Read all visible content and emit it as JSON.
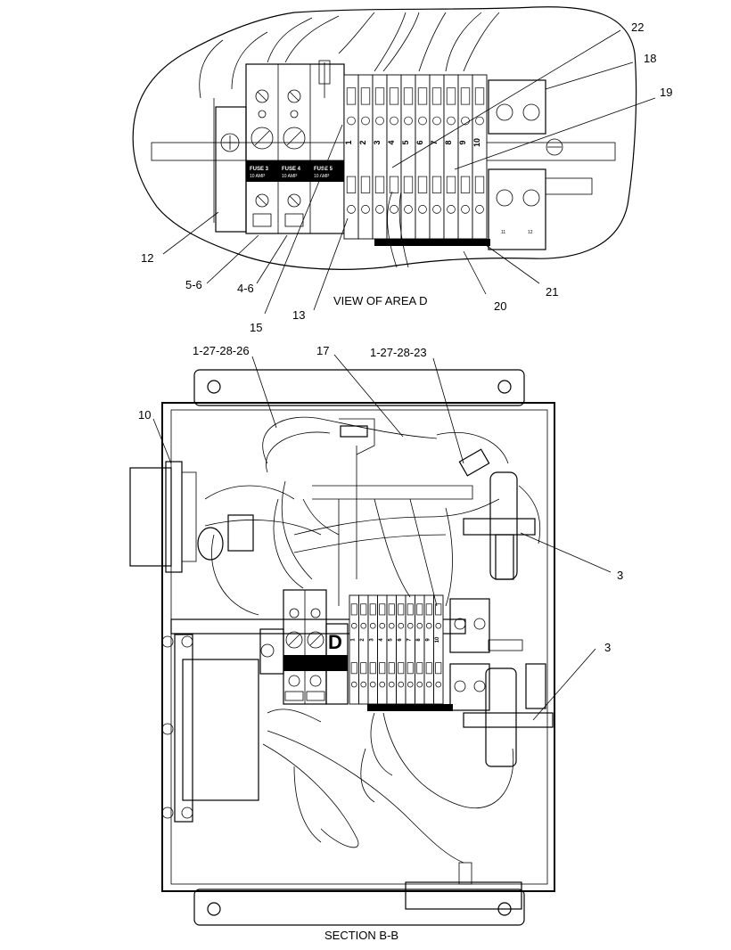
{
  "views": {
    "detail_caption": "VIEW OF AREA  D",
    "section_caption": "SECTION  B-B",
    "section_marker": "D"
  },
  "callouts": {
    "c22": "22",
    "c18": "18",
    "c19": "19",
    "c12": "12",
    "c5_6": "5-6",
    "c4_6": "4-6",
    "c15": "15",
    "c13": "13",
    "c20": "20",
    "c21": "21",
    "c1_27_28_26": "1-27-28-26",
    "c17": "17",
    "c1_27_28_23": "1-27-28-23",
    "c10": "10",
    "c3a": "3",
    "c3b": "3"
  },
  "fuse_labels": {
    "fuse3_name": "FUSE 3",
    "fuse3_rating": "10 AMP",
    "fuse4_name": "FUSE 4",
    "fuse4_rating": "10 AMP",
    "fuse5_name": "FUSE 5",
    "fuse5_rating": "10 AMP"
  },
  "terminal_numbers": [
    "1",
    "2",
    "3",
    "4",
    "5",
    "6",
    "7",
    "8",
    "9",
    "10"
  ],
  "terminal_extra": [
    "11",
    "12"
  ]
}
